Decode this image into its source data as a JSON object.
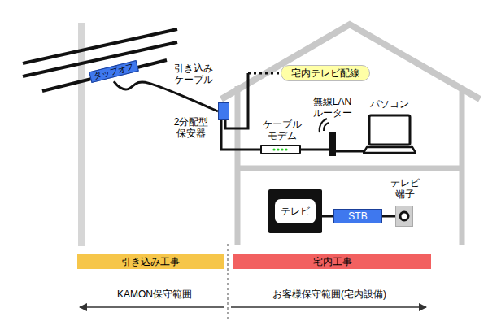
{
  "diagram": {
    "nodes": [
      {
        "text": [
          "タップオフ"
        ]
      },
      {
        "text": [
          "2分配型 保安器"
        ]
      },
      {
        "text": [
          "宅内テレビ配線"
        ]
      },
      {
        "text": [
          "ケーブル モデム"
        ]
      },
      {
        "text": [
          "無線LAN ルーター"
        ]
      },
      {
        "text": [
          "パソコン"
        ]
      },
      {
        "text": [
          "テレビ"
        ]
      },
      {
        "text": [
          "STB"
        ]
      },
      {
        "text": [
          "テレビ 端子"
        ]
      },
      {
        "text": [
          "引き込み工事"
        ]
      },
      {
        "text": [
          "宅内工事"
        ]
      }
    ],
    "edges": [
      {
        "from": 0,
        "to": 1,
        "arrow": "none",
        "label": "引き込み ケーブル"
      },
      {
        "from": 1,
        "to": 2,
        "arrow": "none"
      },
      {
        "from": 1,
        "to": 3,
        "arrow": "none"
      },
      {
        "from": 3,
        "to": 4,
        "arrow": "none"
      },
      {
        "from": 4,
        "to": 5,
        "arrow": "none"
      },
      {
        "from": 8,
        "to": 7,
        "arrow": "none"
      },
      {
        "from": 7,
        "to": 6,
        "arrow": "none"
      }
    ],
    "labels": [
      "KAMON保守範囲",
      "お客様保守範囲(宅内設備)"
    ]
  }
}
